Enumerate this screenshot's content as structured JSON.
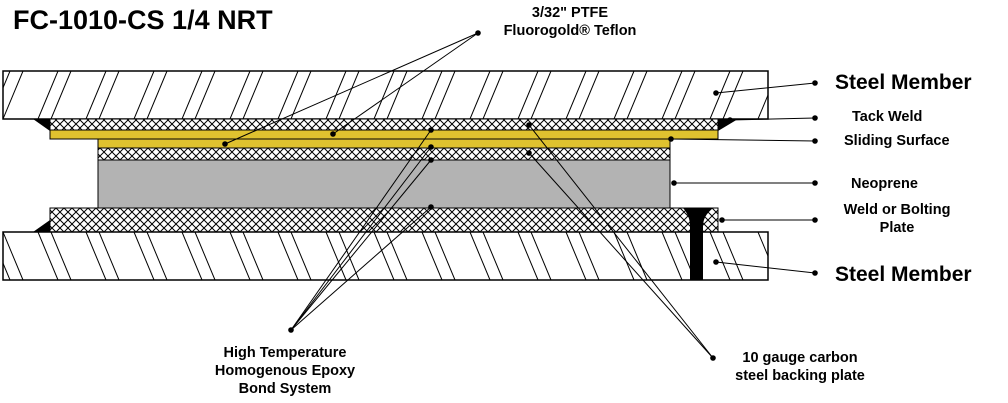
{
  "title": "FC-1010-CS 1/4 NRT",
  "colors": {
    "ptfe_yellow": "#DFC22F",
    "neoprene_gray": "#B3B3B3",
    "line": "#000000",
    "background": "#FFFFFF"
  },
  "labels": {
    "ptfe_line1": "3/32\" PTFE",
    "ptfe_line2": "Fluorogold® Teflon",
    "steel_member_top": "Steel Member",
    "tack_weld": "Tack Weld",
    "sliding_surface": "Sliding Surface",
    "neoprene": "Neoprene",
    "weld_bolting_line1": "Weld or Bolting",
    "weld_bolting_line2": "Plate",
    "steel_member_bottom": "Steel Member",
    "epoxy_line1": "High Temperature",
    "epoxy_line2": "Homogenous Epoxy",
    "epoxy_line3": "Bond System",
    "backing_line1": "10 gauge carbon",
    "backing_line2": "steel backing plate"
  },
  "layers": [
    {
      "name": "Steel Member (top)",
      "material": "steel"
    },
    {
      "name": "Epoxy bond (top)",
      "material": "crosshatch"
    },
    {
      "name": "PTFE Fluorogold Teflon",
      "material": "ptfe"
    },
    {
      "name": "10 gauge carbon steel backing plate",
      "material": "ptfe"
    },
    {
      "name": "Epoxy bond",
      "material": "crosshatch"
    },
    {
      "name": "Neoprene",
      "material": "neoprene"
    },
    {
      "name": "Weld or Bolting Plate",
      "material": "crosshatch"
    },
    {
      "name": "Steel Member (bottom)",
      "material": "steel"
    }
  ]
}
